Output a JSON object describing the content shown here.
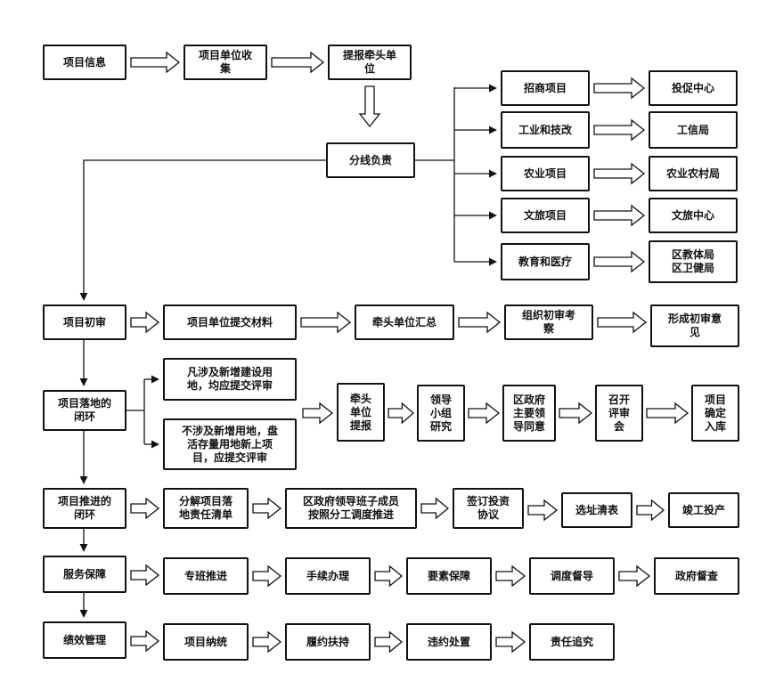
{
  "flow": {
    "n1": "项目信息",
    "n2": "项目单位收\n集",
    "n3": "提报牵头单\n位",
    "fenxian": "分线负责",
    "b1": "招商项目",
    "b2": "工业和技改",
    "b3": "农业项目",
    "b4": "文旅项目",
    "b5": "教育和医疗",
    "d1": "投促中心",
    "d2": "工信局",
    "d3": "农业农村局",
    "d4": "文旅中心",
    "d5": "区教体局\n区卫健局",
    "chushen": "项目初审",
    "c1": "项目单位提交材料",
    "c2": "牵头单位汇总",
    "c3": "组织初审考\n察",
    "c4": "形成初审意\n见",
    "luodi": "项目落地的\n闭环",
    "l1": "凡涉及新增建设用\n地，均应提交评审",
    "l2": "不涉及新增用地，盘\n活存量用地新上项\n目，应提交评审",
    "l3": "牵头\n单位\n提报",
    "l4": "领导\n小组\n研究",
    "l5": "区政府\n主要领\n导同意",
    "l6": "召开\n评审\n会",
    "l7": "项目\n确定\n入库",
    "tuijin": "项目推进的\n闭环",
    "t1": "分解项目落\n地责任清单",
    "t2": "区政府领导班子成员\n按照分工调度推进",
    "t3": "签订投资\n协议",
    "t4": "选址清表",
    "t5": "竣工投产",
    "fuwu": "服务保障",
    "f1": "专班推进",
    "f2": "手续办理",
    "f3": "要素保障",
    "f4": "调度督导",
    "f5": "政府督查",
    "jixiao": "绩效管理",
    "j1": "项目纳统",
    "j2": "履约扶持",
    "j3": "违约处置",
    "j4": "责任追究"
  },
  "colors": {
    "stroke": "#111111",
    "fill": "#ffffff"
  }
}
